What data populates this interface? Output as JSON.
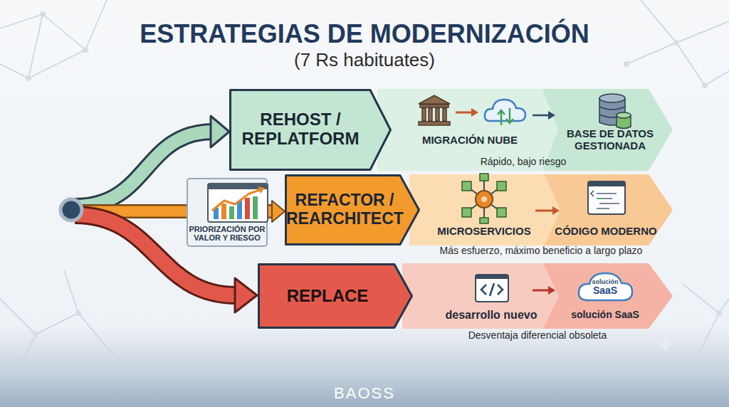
{
  "diagram": {
    "title": "ESTRATEGIAS DE MODERNIZACIÓN",
    "nodes": [
      {
        "text": [
          "REHOST / REPLATFORM"
        ]
      },
      {
        "text": [
          "MIGRACIÓN NUBE",
          "BASE DE DATOS GESTIONADA",
          "Rápido, bajo riesgo"
        ]
      },
      {
        "text": [
          "PRIORIZACIÓN POR VALOR Y RIESGO"
        ]
      },
      {
        "text": [
          "REFACTOR / REARCHITECT"
        ]
      },
      {
        "text": [
          "MICROSERVICIOS",
          "CÓDIGO MODERNO",
          "Más esfuerzo, máximo beneficio a largo plazo"
        ]
      },
      {
        "text": [
          "REPLACE"
        ]
      },
      {
        "text": [
          "desarrollo nuevo",
          "solución SaaS",
          "Desventaja diferencial obsoleta"
        ]
      }
    ],
    "edges": [
      {
        "from": 2,
        "to": 3,
        "arrow": "to"
      }
    ],
    "labels": [
      "(7 Rs habituates)",
      "solución",
      "SaaS",
      "BAOSS"
    ]
  }
}
